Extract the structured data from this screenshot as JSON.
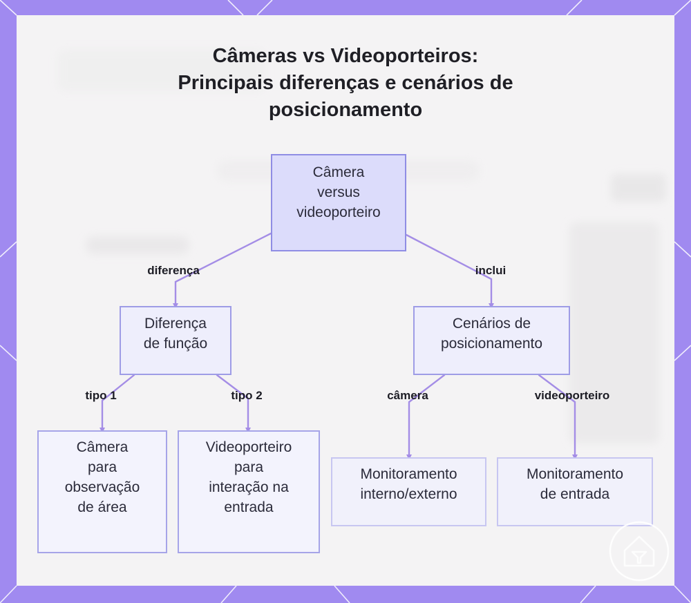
{
  "title": {
    "line1": "Câmeras vs Videoporteiros:",
    "line2": "Principais diferenças e cenários de",
    "line3": "posicionamento"
  },
  "nodes": {
    "root": {
      "lines": [
        "Câmera",
        "versus",
        "videoporteiro"
      ]
    },
    "function_difference": {
      "lines": [
        "Diferença",
        "de função"
      ]
    },
    "positioning_scenarios": {
      "lines": [
        "Cenários de",
        "posicionamento"
      ]
    },
    "camera_observation": {
      "lines": [
        "Câmera",
        "para",
        "observação",
        "de área"
      ]
    },
    "doorbell_interaction": {
      "lines": [
        "Videoporteiro",
        "para",
        "interação na",
        "entrada"
      ]
    },
    "internal_external_monitoring": {
      "lines": [
        "Monitoramento",
        "interno/externo"
      ]
    },
    "entrance_monitoring": {
      "lines": [
        "Monitoramento",
        "de entrada"
      ]
    }
  },
  "edges": {
    "diferenca": "diferença",
    "inclui": "inclui",
    "tipo1": "tipo 1",
    "tipo2": "tipo 2",
    "camera": "câmera",
    "videoporteiro": "videoporteiro"
  },
  "colors": {
    "frame": "#a08af0",
    "panel": "#f4f3f4",
    "connector": "#a48de6",
    "root_fill": "#dcdcfb",
    "node_border": "#8f8de4"
  },
  "icons": {
    "logo": "house-logo-icon"
  }
}
